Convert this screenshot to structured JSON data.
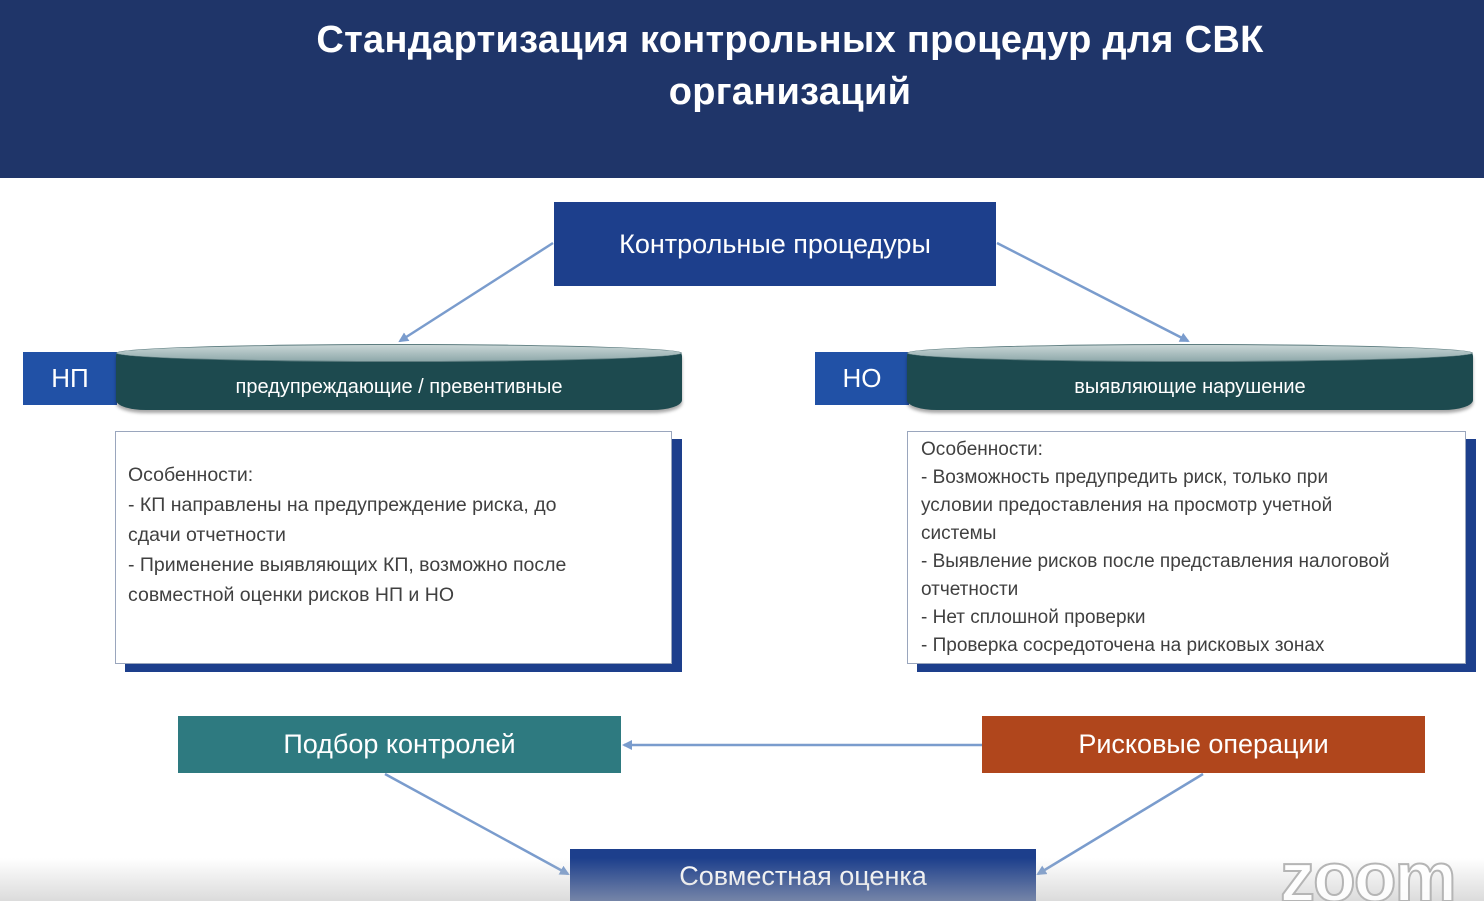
{
  "header": {
    "title_line1": "Стандартизация контрольных процедур для СВК",
    "title_line2": "организаций"
  },
  "top_box": {
    "label": "Контрольные процедуры"
  },
  "left_branch": {
    "tag": "НП",
    "band": "предупреждающие / превентивные",
    "card_lines": [
      "Особенности:",
      "- КП направлены на предупреждение риска, до",
      "сдачи отчетности",
      "- Применение выявляющих КП, возможно после",
      "совместной оценки рисков НП и НО"
    ]
  },
  "right_branch": {
    "tag": "НО",
    "band": "выявляющие нарушение",
    "card_lines": [
      "Особенности:",
      "- Возможность предупредить риск, только при",
      "условии предоставления на просмотр учетной",
      "системы",
      "- Выявление рисков после представления налоговой",
      "отчетности",
      "- Нет сплошной проверки",
      "- Проверка сосредоточена на рисковых зонах"
    ]
  },
  "controls_box": {
    "label": "Подбор контролей"
  },
  "risk_box": {
    "label": "Рисковые операции"
  },
  "bottom_box": {
    "label": "Совместная оценка"
  },
  "watermark": {
    "text": "zoom"
  },
  "colors": {
    "header_bg": "#1f3569",
    "primary_blue": "#1d3f8c",
    "tag_blue": "#2151a6",
    "band_teal_dark": "#1d4a4f",
    "controls_teal": "#2e7a80",
    "risk_orange": "#b0461c",
    "arrow": "#7a9ccd"
  }
}
